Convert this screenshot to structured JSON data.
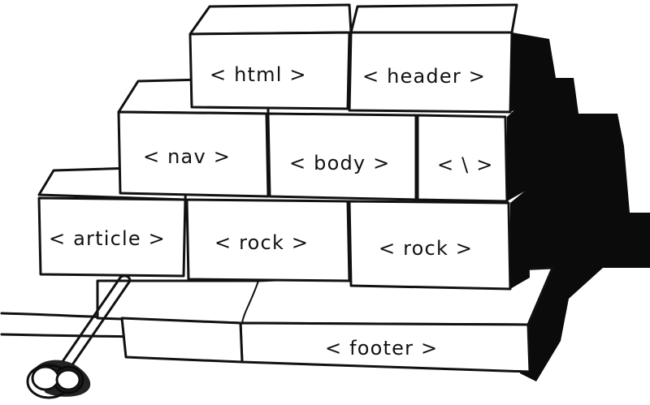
{
  "illustration": {
    "bricks": [
      {
        "id": "html",
        "label": "< html >"
      },
      {
        "id": "header",
        "label": "< header >"
      },
      {
        "id": "nav",
        "label": "< nav >"
      },
      {
        "id": "body",
        "label": "< body >"
      },
      {
        "id": "escape",
        "label": "< \\ >"
      },
      {
        "id": "article",
        "label": "< article >"
      },
      {
        "id": "rock-1",
        "label": "< rock >"
      },
      {
        "id": "rock-2",
        "label": "< rock >"
      },
      {
        "id": "footer",
        "label": "< footer >"
      }
    ],
    "colors": {
      "ink": "#111111",
      "paper": "#ffffff",
      "shadow": "#0b0b0b"
    },
    "icons": [
      "hammer-icon"
    ]
  }
}
